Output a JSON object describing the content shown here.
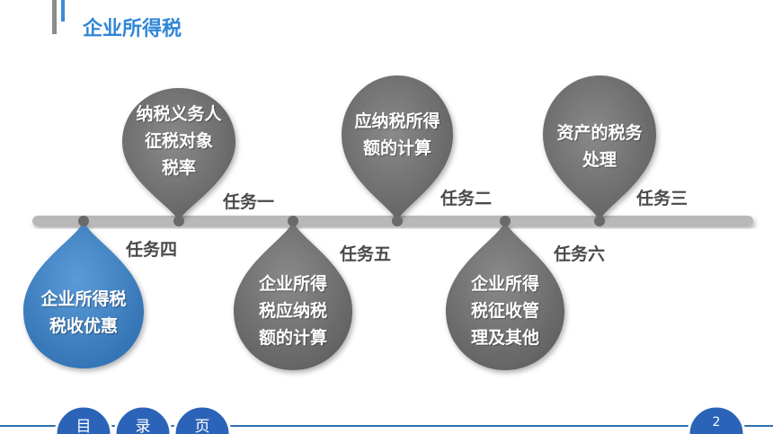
{
  "header": {
    "title": "企业所得税"
  },
  "drops": [
    {
      "id": "d1",
      "text": "纳税义务人\n征税对象\n税率"
    },
    {
      "id": "d2",
      "text": "应纳税所得\n额的计算"
    },
    {
      "id": "d3",
      "text": "资产的税务\n处理"
    },
    {
      "id": "d4",
      "text": "企业所得税\n税收优惠"
    },
    {
      "id": "d5",
      "text": "企业所得\n税应纳税\n额的计算"
    },
    {
      "id": "d6",
      "text": "企业所得\n税征收管\n理及其他"
    }
  ],
  "tasks": [
    "任务一",
    "任务二",
    "任务三",
    "任务四",
    "任务五",
    "任务六"
  ],
  "footer": {
    "nav": [
      "目",
      "录",
      "页"
    ],
    "page": "2"
  },
  "colors": {
    "accent": "#2f86d6",
    "drop_gray": "#6e6e6e",
    "drop_blue": "#3f7fc0",
    "timeline": "#b8b8b8"
  }
}
